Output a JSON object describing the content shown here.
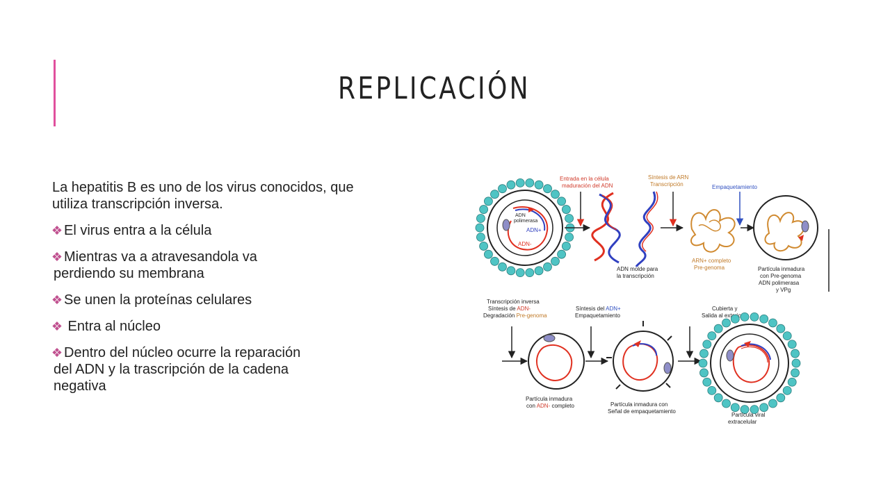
{
  "slide": {
    "title": "REPLICACIÓN",
    "intro": "La hepatitis B es uno de los virus conocidos, que utiliza transcripción inversa.",
    "bullets": [
      {
        "line1": "El virus entra a la célula",
        "line2": ""
      },
      {
        "line1": "Mientras va a atravesandola va",
        "line2": "perdiendo su membrana"
      },
      {
        "line1": "Se unen la proteínas celulares",
        "line2": ""
      },
      {
        "line1": " Entra al núcleo",
        "line2": ""
      },
      {
        "line1": "Dentro del núcleo ocurre la reparación",
        "line2": "del ADN y la trascripción de la cadena",
        "line3": "negativa"
      }
    ],
    "accent_color": "#e0509d",
    "bullet_color": "#c0508f"
  },
  "diagram": {
    "top": {
      "virion_labels": {
        "polimerasa": "ADN polimerasa",
        "adn_plus": "ADN+",
        "adn_minus": "ADN-"
      },
      "step1_label": [
        "Entrada en la célula",
        "maduración del ADN"
      ],
      "step2_label": [
        "Síntesis de ARN",
        "Transcripción"
      ],
      "step3_label": "Empaquetamiento",
      "caption_template": [
        "ADN molde para",
        "la transcripción"
      ],
      "caption_arn": [
        "ARN+ completo",
        "Pre-genoma"
      ],
      "caption_particle": [
        "Partícula inmadura",
        "con Pre-genoma",
        "ADN polimerasa",
        "y VPg"
      ]
    },
    "bottom": {
      "label_a": [
        "Transcripción inversa",
        "Síntesis de ",
        "ADN-",
        "Degradación ",
        "Pre-genoma"
      ],
      "label_b": [
        "Síntesis del ",
        "ADN+",
        "Empaquetamiento"
      ],
      "label_c": [
        "Cubierta y",
        "Salida al exterior"
      ],
      "caption_1": [
        "Partícula inmadura",
        "con ",
        "ADN-",
        " completo"
      ],
      "caption_2": [
        "Partícula inmadura con",
        "Señal de empaquetamiento"
      ],
      "caption_3": [
        "Partícula viral",
        "extracelular"
      ]
    },
    "colors": {
      "red": "#e03020",
      "blue": "#3040c0",
      "orange": "#d08a30",
      "bead": "#4fc4c4",
      "label_red": "#d03a2a",
      "label_orange": "#c07a28",
      "label_blue": "#3050c0"
    }
  }
}
